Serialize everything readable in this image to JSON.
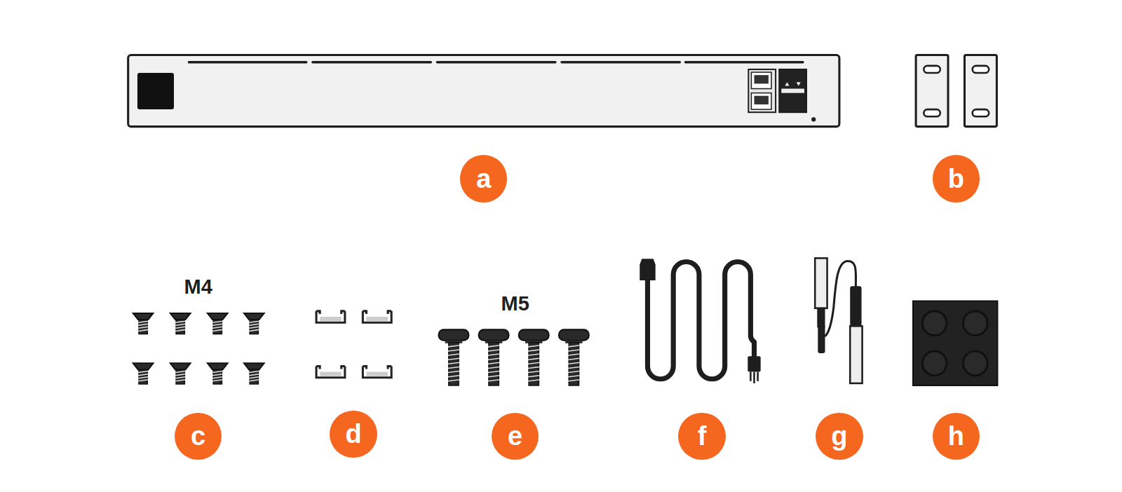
{
  "diagram": {
    "nodes": [
      {
        "text": [
          "a"
        ]
      },
      {
        "text": [
          "b"
        ]
      },
      {
        "text": [
          "c"
        ]
      },
      {
        "text": [
          "d"
        ]
      },
      {
        "text": [
          "e"
        ]
      },
      {
        "text": [
          "f"
        ]
      },
      {
        "text": [
          "g"
        ]
      },
      {
        "text": [
          "h"
        ]
      }
    ],
    "labels": [
      "M4",
      "M5"
    ]
  }
}
